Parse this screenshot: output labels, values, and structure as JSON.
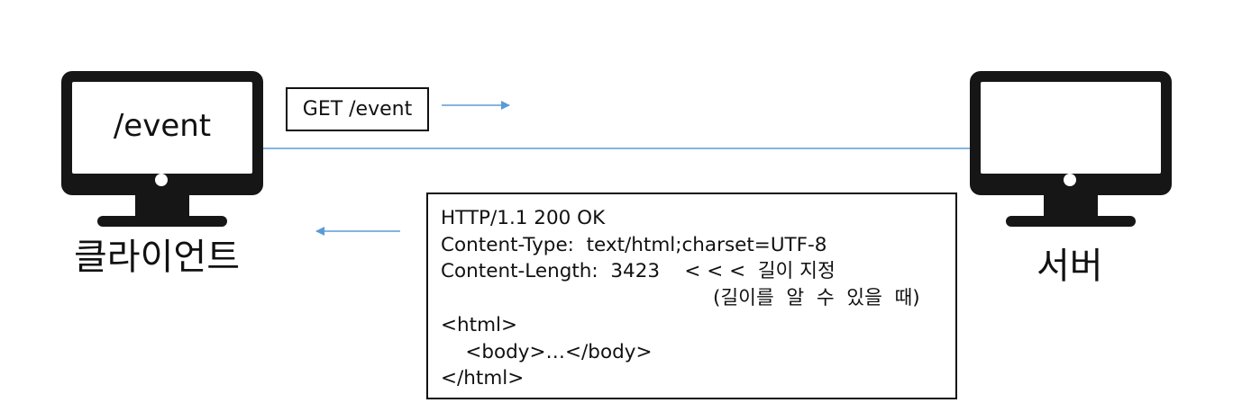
{
  "client": {
    "screen_text": "/event",
    "label": "클라이언트"
  },
  "server": {
    "screen_text": "",
    "label": "서버"
  },
  "request": {
    "text": "GET /event"
  },
  "response": {
    "lines": [
      "HTTP/1.1 200 OK",
      "Content-Type:  text/html;charset=UTF-8",
      "Content-Length:  3423    < < <  길이 지정",
      "(길이를  알  수  있을  때)",
      "<html>",
      "    <body>…</body>",
      "</html>"
    ]
  },
  "colors": {
    "monitor": "#161616",
    "connector": "#5b9bd5"
  },
  "icons": {
    "client_device": "desktop-monitor-icon",
    "server_device": "desktop-monitor-icon",
    "request_arrow": "arrow-right-icon",
    "response_arrow": "arrow-left-icon"
  }
}
